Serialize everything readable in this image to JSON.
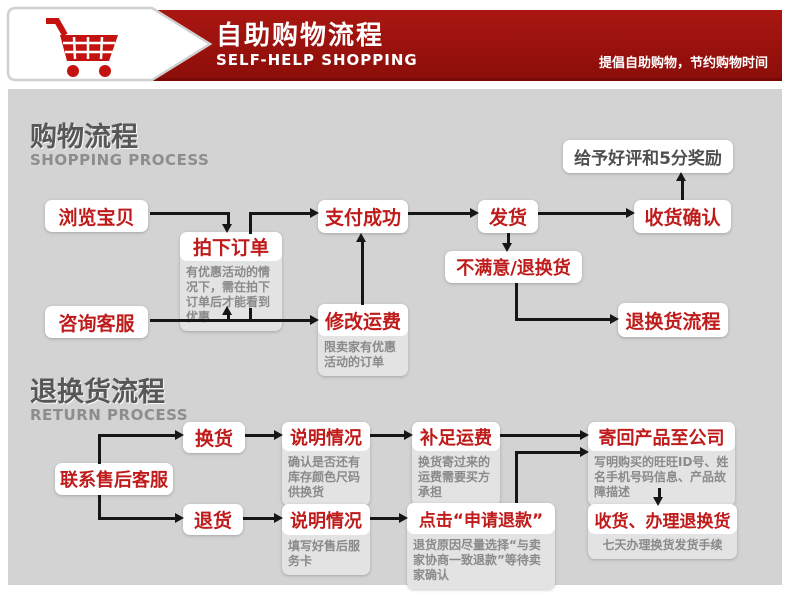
{
  "header": {
    "icon": "shopping-cart-icon",
    "title_zh": "自助购物流程",
    "title_en": "SELF-HELP SHOPPING",
    "tagline": "提倡自助购物，节约购物时间"
  },
  "shopping": {
    "heading_zh": "购物流程",
    "heading_en": "SHOPPING PROCESS",
    "nodes": {
      "browse": {
        "label": "浏览宝贝"
      },
      "order": {
        "label": "拍下订单",
        "note": "有优惠活动的情况下，需在拍下订单后才能看到优惠"
      },
      "consult": {
        "label": "咨询客服"
      },
      "pay": {
        "label": "支付成功"
      },
      "modify_fee": {
        "label": "修改运费",
        "note": "限卖家有优惠活动的订单"
      },
      "ship": {
        "label": "发货"
      },
      "unsatisfied": {
        "label": "不满意/退换货"
      },
      "confirm_receipt": {
        "label": "收货确认"
      },
      "reward": {
        "label": "给予好评和5分奖励"
      },
      "return_entry": {
        "label": "退换货流程"
      }
    }
  },
  "returns": {
    "heading_zh": "退换货流程",
    "heading_en": "RETURN PROCESS",
    "nodes": {
      "contact": {
        "label": "联系售后客服"
      },
      "exchange": {
        "label": "换货"
      },
      "refund": {
        "label": "退货"
      },
      "explain_exchange": {
        "label": "说明情况",
        "note": "确认是否还有库存颜色尺码供换货"
      },
      "make_up_fee": {
        "label": "补足运费",
        "note": "换货寄过来的运费需要买方承担"
      },
      "explain_refund": {
        "label": "说明情况",
        "note": "填写好售后服务卡"
      },
      "click_refund": {
        "label": "点击“申请退款”",
        "note": "退货原因尽量选择“与卖家协商一致退款”等待卖家确认"
      },
      "send_back": {
        "label": "寄回产品至公司",
        "note": "写明购买的旺旺ID号、姓名手机号码信息、产品故障描述"
      },
      "receive_handle": {
        "label": "收货、办理退换货",
        "note": "七天办理换货发货手续"
      }
    }
  },
  "colors": {
    "accent_red": "#bf1b1b",
    "banner_red": "#98110d",
    "background_gray": "#d3d3d3",
    "note_gray": "#e3e3e3",
    "line_black": "#161616",
    "dark_text": "#4f4f4f"
  }
}
